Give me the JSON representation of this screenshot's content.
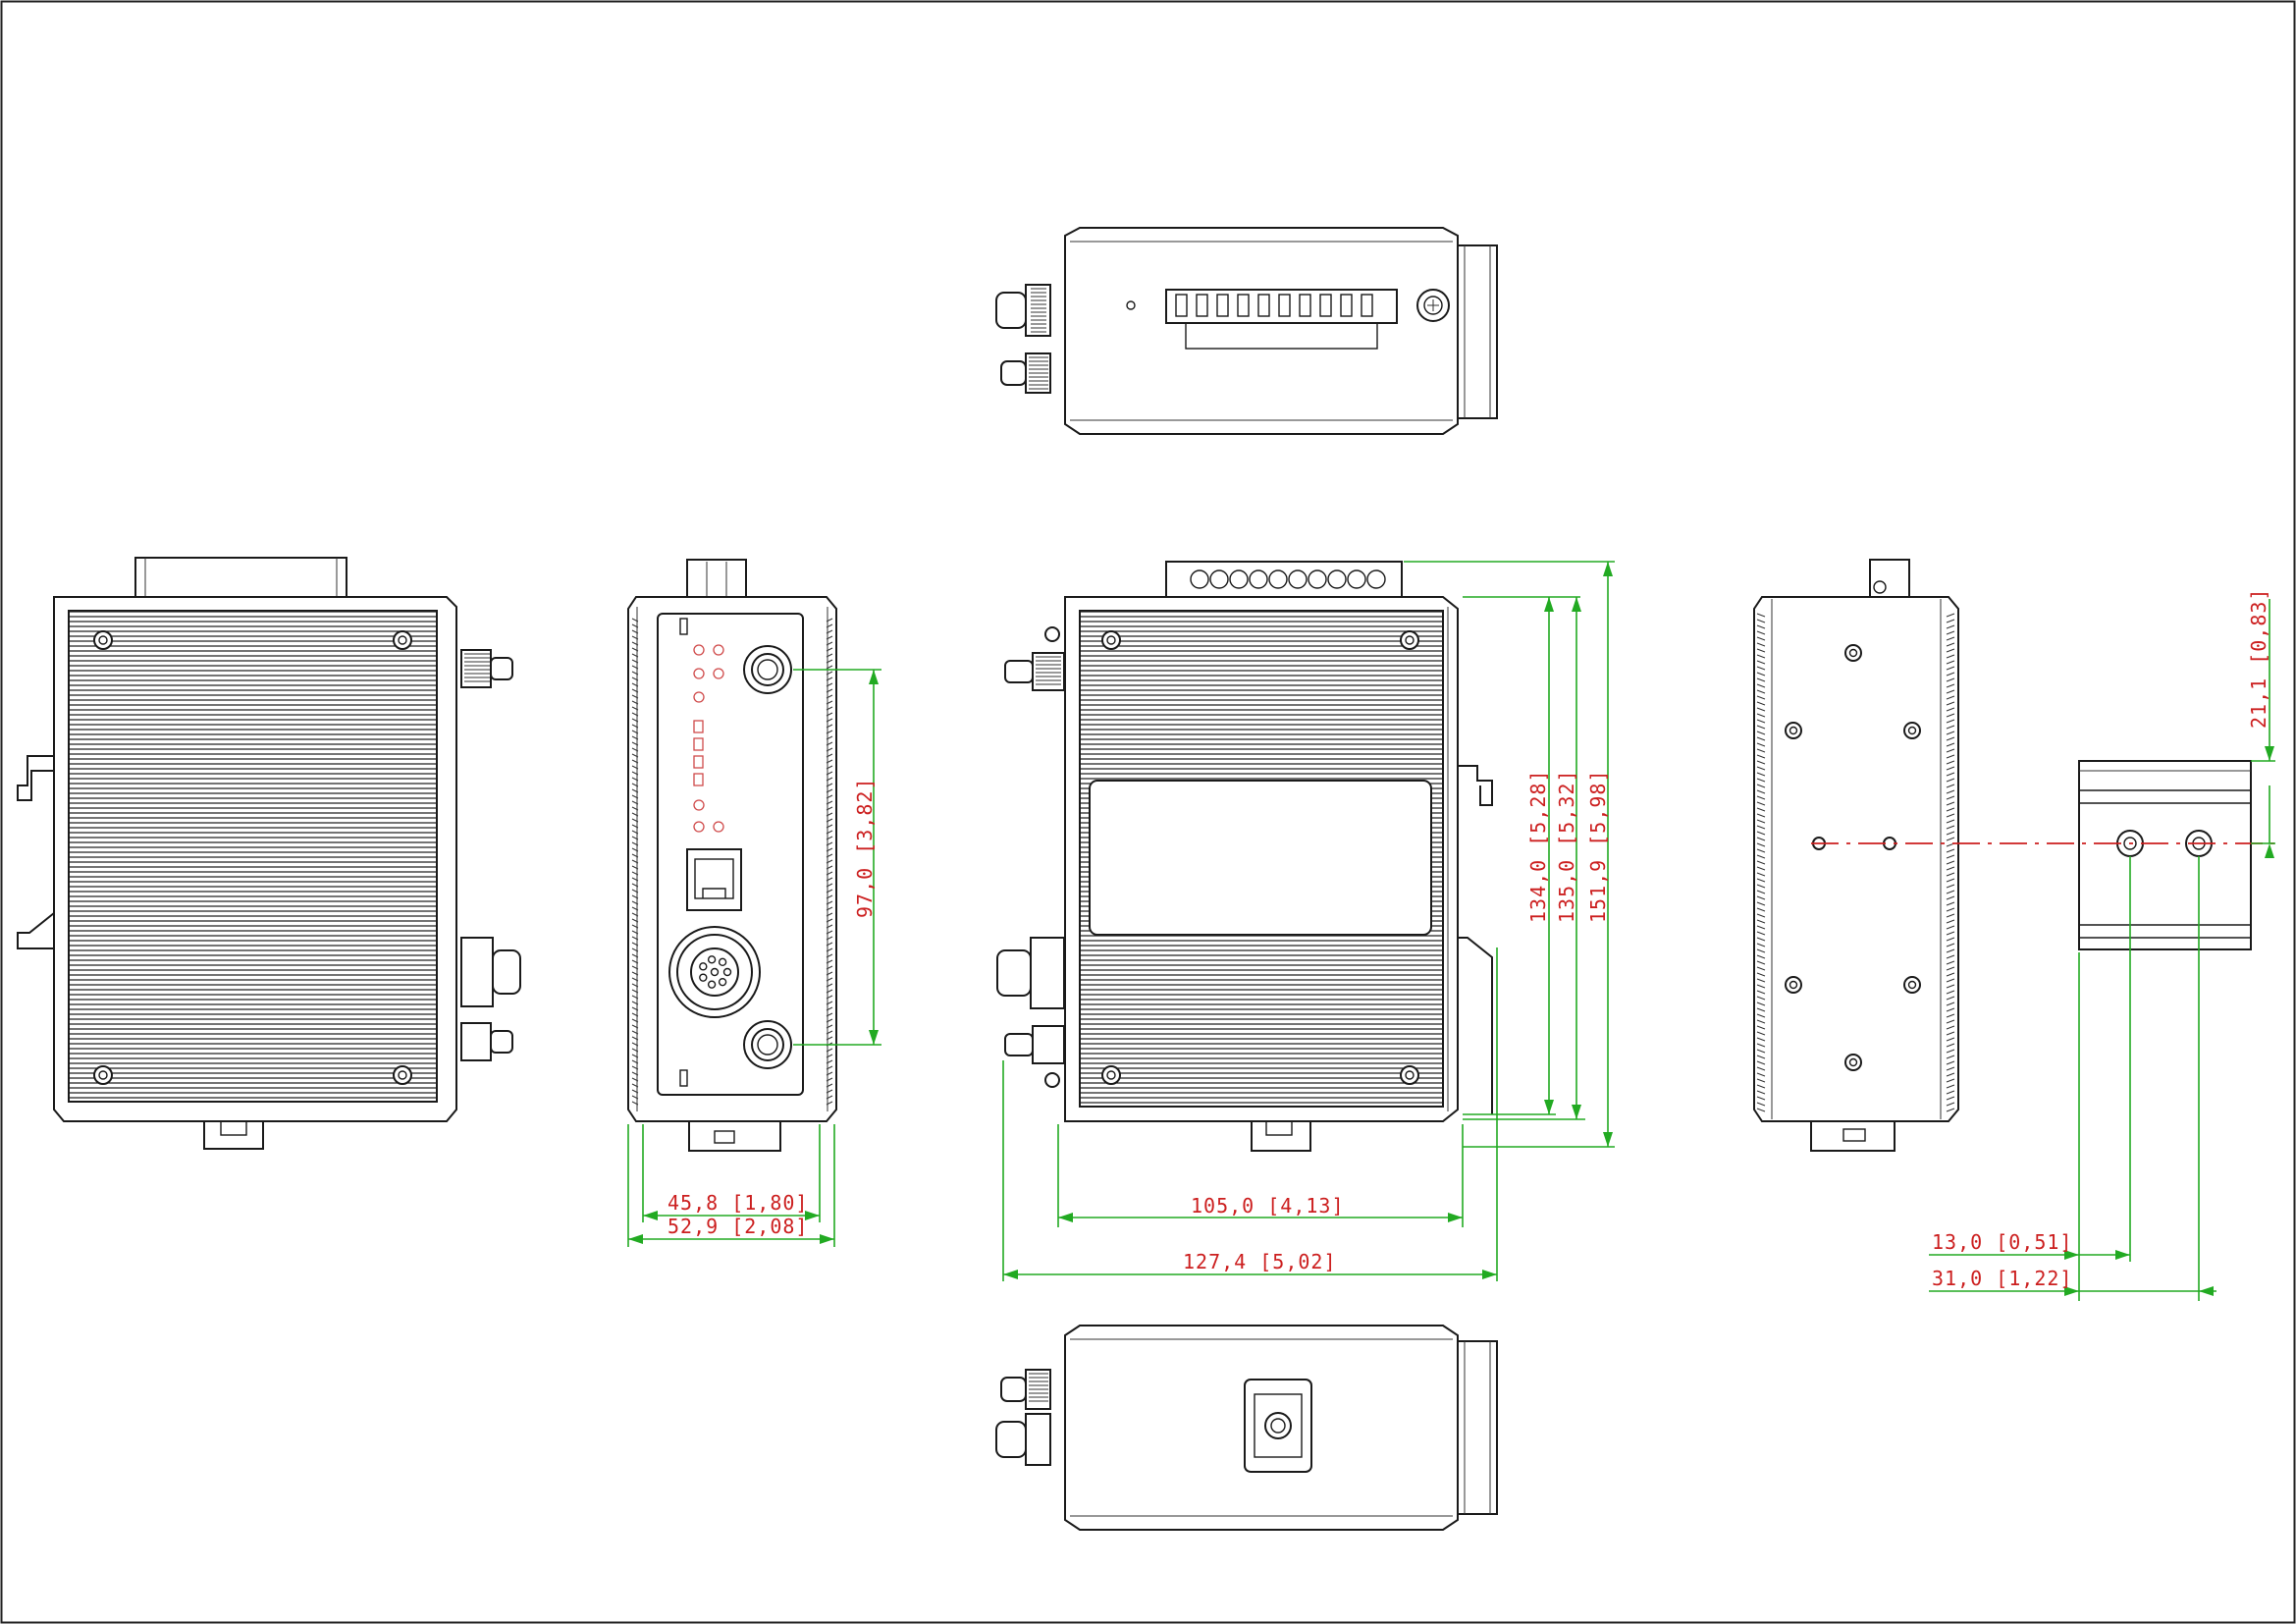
{
  "colors": {
    "outline": "#1a1a1a",
    "dimension_line": "#22aa22",
    "dimension_text": "#cc1f1f",
    "background": "#ffffff"
  },
  "dimensions": {
    "front_width_inner": "45,8 [1,80]",
    "front_width_outer": "52,9 [2,08]",
    "front_port_spacing": "97,0 [3,82]",
    "side_depth_body": "105,0 [4,13]",
    "side_depth_total": "127,4 [5,02]",
    "side_height_body": "134,0 [5,28]",
    "side_height_din": "135,0 [5,32]",
    "side_height_total": "151,9 [5,98]",
    "clip_hole_offset": "21,1 [0,83]",
    "clip_hole_x1": "13,0 [0,51]",
    "clip_hole_x2": "31,0 [1,22]"
  }
}
